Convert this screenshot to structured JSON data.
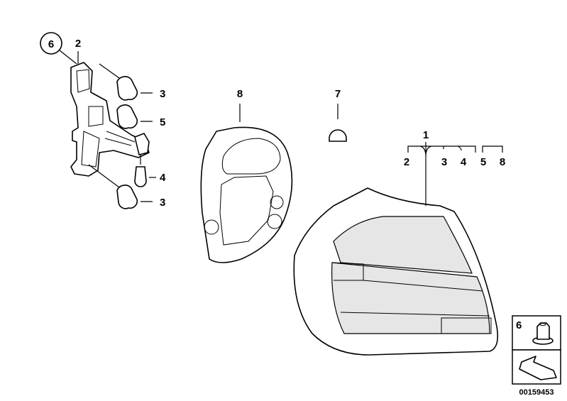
{
  "callouts": {
    "holder_circle": "6",
    "holder": "2",
    "bulb_top": "3",
    "bulb_mid": "5",
    "bulb_small": "4",
    "bulb_bottom": "3",
    "gasket": "8",
    "cap": "7",
    "lamp": "1",
    "lamp_sub": [
      "2",
      "3",
      "4",
      "5",
      "8"
    ]
  },
  "inset": {
    "nut_label": "6"
  },
  "diagram_code": "00159453"
}
